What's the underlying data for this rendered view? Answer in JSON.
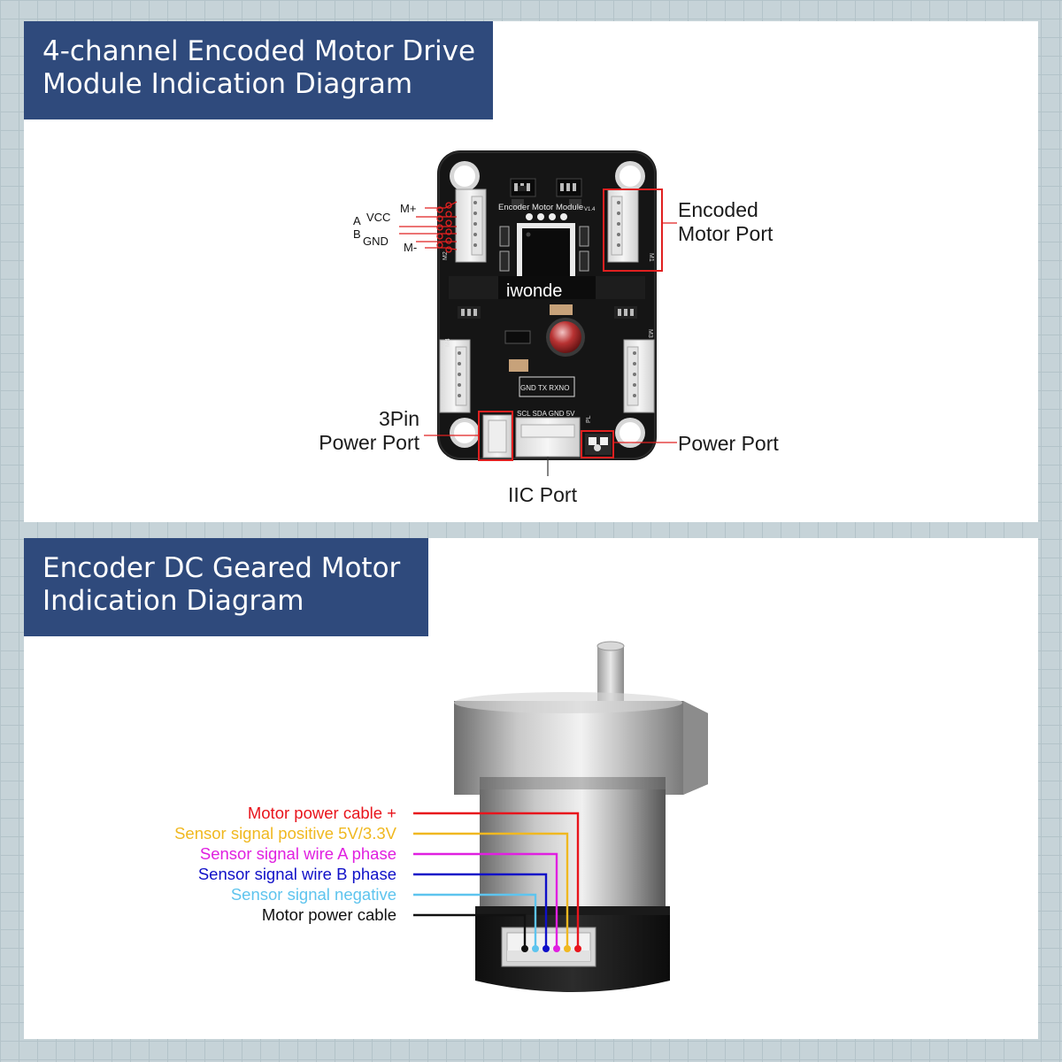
{
  "module_panel": {
    "title_line1": "4-channel Encoded Motor Drive",
    "title_line2": "Module Indication Diagram",
    "pins": {
      "m_plus": "M+",
      "vcc": "VCC",
      "a": "A",
      "b": "B",
      "gnd": "GND",
      "m_minus": "M-"
    },
    "board": {
      "name": "Encoder Motor Module",
      "version": "V1.4",
      "brand": "iwonde",
      "uart": "GND TX RXNO",
      "iic": "SCL SDA GND 5V",
      "port_m1": "M1",
      "port_m2": "M2",
      "port_m3": "M3",
      "port_m4": "M4",
      "p_label": "PL"
    },
    "callouts": {
      "encoded_line1": "Encoded",
      "encoded_line2": "Motor Port",
      "pin3_line1": "3Pin",
      "pin3_line2": "Power Port",
      "power": "Power Port",
      "iic": "IIC Port"
    }
  },
  "motor_panel": {
    "title_line1": "Encoder DC Geared Motor",
    "title_line2": "Indication Diagram",
    "wires": [
      {
        "label": "Motor power cable +",
        "color": "#e8141c"
      },
      {
        "label": "Sensor signal positive 5V/3.3V",
        "color": "#f0b820"
      },
      {
        "label": "Sensor signal wire A phase",
        "color": "#e020e0"
      },
      {
        "label": "Sensor signal wire B phase",
        "color": "#1010c8"
      },
      {
        "label": "Sensor signal negative",
        "color": "#5ec4ee"
      },
      {
        "label": "Motor power cable",
        "color": "#111111"
      }
    ]
  },
  "colors": {
    "title_bg": "#2f4a7c",
    "callout_red": "#e02020",
    "board": "#141414"
  }
}
